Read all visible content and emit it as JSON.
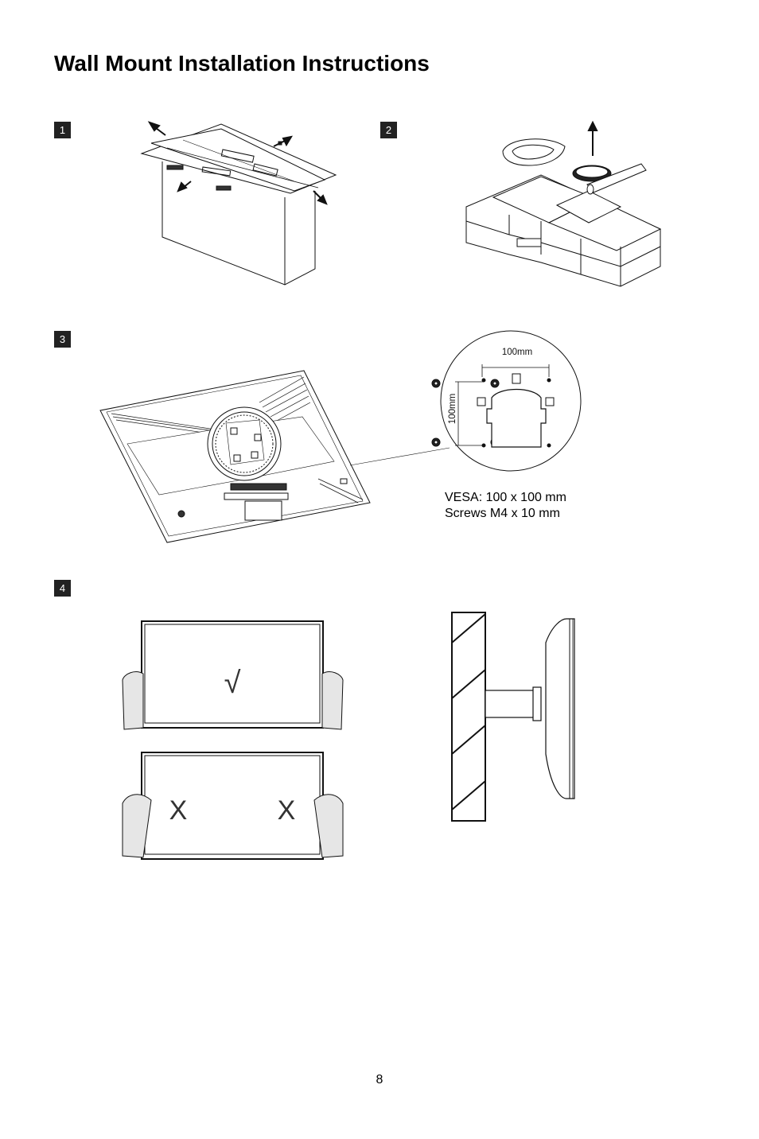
{
  "page": {
    "title": "Wall Mount Installation Instructions",
    "page_number": "8"
  },
  "steps": [
    {
      "number": "1"
    },
    {
      "number": "2"
    },
    {
      "number": "3"
    },
    {
      "number": "4"
    }
  ],
  "vesa": {
    "dimension_horizontal": "100mm",
    "dimension_vertical": "100mm",
    "spec_line": "VESA: 100 x 100 mm",
    "screws_line": "Screws M4 x 10 mm"
  },
  "handling": {
    "correct_mark": "√",
    "incorrect_mark_left": "X",
    "incorrect_mark_right": "X"
  }
}
